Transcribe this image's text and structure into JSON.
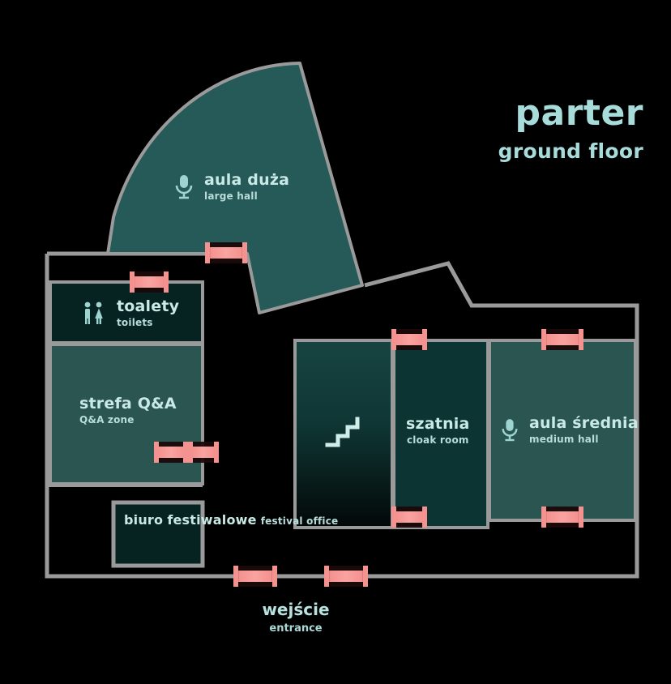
{
  "title": {
    "pl": "parter",
    "en": "ground floor"
  },
  "entrance": {
    "pl": "wejście",
    "en": "entrance"
  },
  "rooms": [
    {
      "id": "large-hall",
      "pl": "aula duża",
      "en": "large hall",
      "icon": "microphone-icon",
      "fill": "#255a58"
    },
    {
      "id": "toilets",
      "pl": "toalety",
      "en": "toilets",
      "icon": "restroom-icon",
      "fill": "#062322"
    },
    {
      "id": "qa-zone",
      "pl": "strefa Q&A",
      "en": "Q&A zone",
      "icon": "none",
      "fill": "#2a5551"
    },
    {
      "id": "festival-office",
      "pl_line1": "biuro",
      "pl_line2": "festiwalowe",
      "en": "festival office",
      "icon": "none",
      "fill": "#062322"
    },
    {
      "id": "stairwell",
      "pl": "",
      "en": "",
      "icon": "stairs-icon",
      "fill": "#174441"
    },
    {
      "id": "cloak-room",
      "pl": "szatnia",
      "en": "cloak room",
      "icon": "none",
      "fill": "#0c3432"
    },
    {
      "id": "medium-hall",
      "pl": "aula średnia",
      "en": "medium hall",
      "icon": "microphone-icon",
      "fill": "#2a5551"
    }
  ],
  "colors": {
    "background": "#000000",
    "wall": "#9a9a9a",
    "door": "#f4928f",
    "door_end": "#2b1111",
    "text_primary": "#c9e9e6",
    "text_secondary": "#b7dcd9",
    "title": "#a8dcda",
    "icon": "#9ed4d0"
  },
  "doors": [
    {
      "id": "door-large-hall",
      "orientation": "horizontal"
    },
    {
      "id": "door-toilets",
      "orientation": "horizontal"
    },
    {
      "id": "door-qa-left",
      "orientation": "horizontal"
    },
    {
      "id": "door-qa-right",
      "orientation": "horizontal"
    },
    {
      "id": "door-entrance-left",
      "orientation": "horizontal"
    },
    {
      "id": "door-entrance-right",
      "orientation": "horizontal"
    },
    {
      "id": "door-cloak-top",
      "orientation": "horizontal"
    },
    {
      "id": "door-cloak-bottom",
      "orientation": "horizontal"
    },
    {
      "id": "door-medium-top",
      "orientation": "horizontal"
    },
    {
      "id": "door-medium-bottom",
      "orientation": "horizontal"
    }
  ]
}
